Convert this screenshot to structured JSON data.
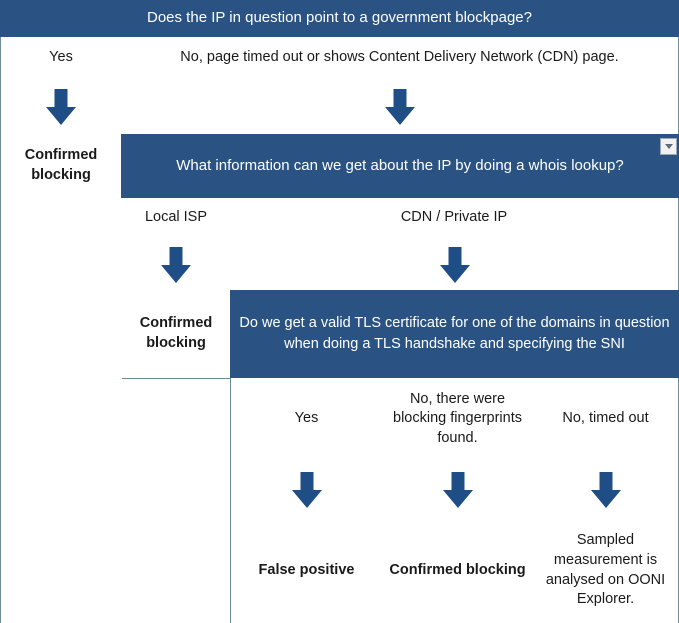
{
  "diagram": {
    "title": "OONI blockpage / IP analysis decision flow",
    "accent_color": "#2a5383",
    "arrow_color": "#1f4e86",
    "border_color": "#6d8d95",
    "banner_text_color": "#ffffff"
  },
  "level1": {
    "question": "Does the IP in question point to a government blockpage?",
    "answer_yes": "Yes",
    "answer_no": "No, page timed out or shows Content Delivery Network (CDN) page.",
    "outcome_yes": "Confirmed blocking"
  },
  "level2": {
    "question": "What information can we get about the IP by doing a whois lookup?",
    "filter_icon": "chevron-down-icon",
    "answer_local_isp": "Local ISP",
    "answer_cdn": "CDN / Private IP",
    "outcome_local_isp": "Confirmed blocking"
  },
  "level3": {
    "question": "Do we get a valid TLS certificate for one of the domains in question when doing a TLS handshake and specifying the SNI",
    "answers": [
      "Yes",
      "No, there were blocking fingerprints found.",
      "No, timed out"
    ],
    "outcomes": [
      "False positive",
      "Confirmed blocking",
      "Sampled measurement is analysed on OONI Explorer."
    ]
  },
  "icons": {
    "arrow_down": "arrow-down-icon"
  }
}
